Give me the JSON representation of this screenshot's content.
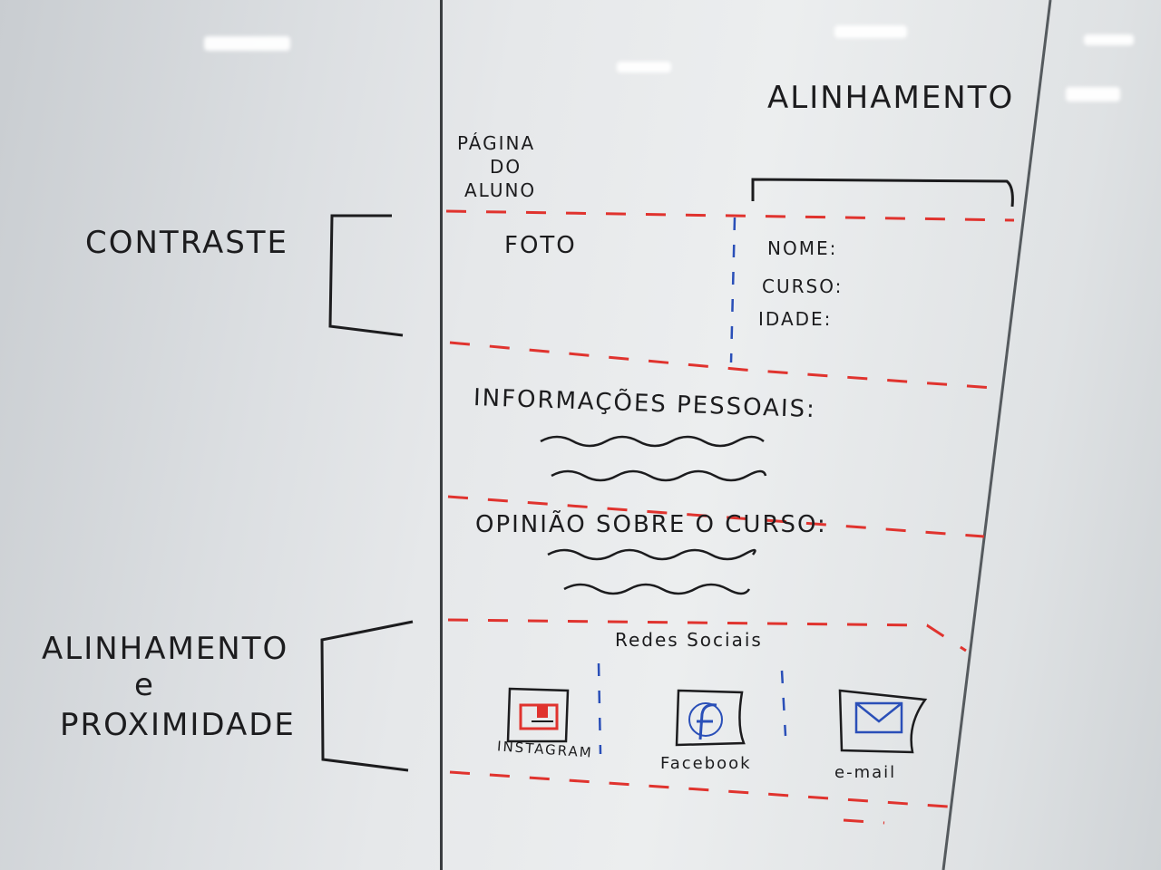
{
  "board": {
    "left_panel": {
      "contraste_label": "CONTRASTE",
      "alinhamento_label_line1": "ALINHAMENTO",
      "alinhamento_label_line2": "e",
      "alinhamento_label_line3": "PROXIMIDADE"
    },
    "sketch": {
      "title_line1": "PÁGINA",
      "title_line2": "DO",
      "title_line3": "ALUNO",
      "alinhamento_header": "ALINHAMENTO",
      "foto_label": "FOTO",
      "nome_label": "NOME:",
      "curso_label": "CURSO:",
      "idade_label": "IDADE:",
      "info_pessoais_label": "INFORMAÇÕES PESSOAIS:",
      "opiniao_label": "OPINIÃO SOBRE O CURSO:",
      "redes_sociais_label": "Redes Sociais",
      "instagram_label": "INSTAGRAM",
      "facebook_label": "Facebook",
      "email_label": "e-mail"
    },
    "colors": {
      "ink_black": "#1c1c1e",
      "ink_red": "#e0332e",
      "ink_blue": "#2a4fb8"
    }
  }
}
